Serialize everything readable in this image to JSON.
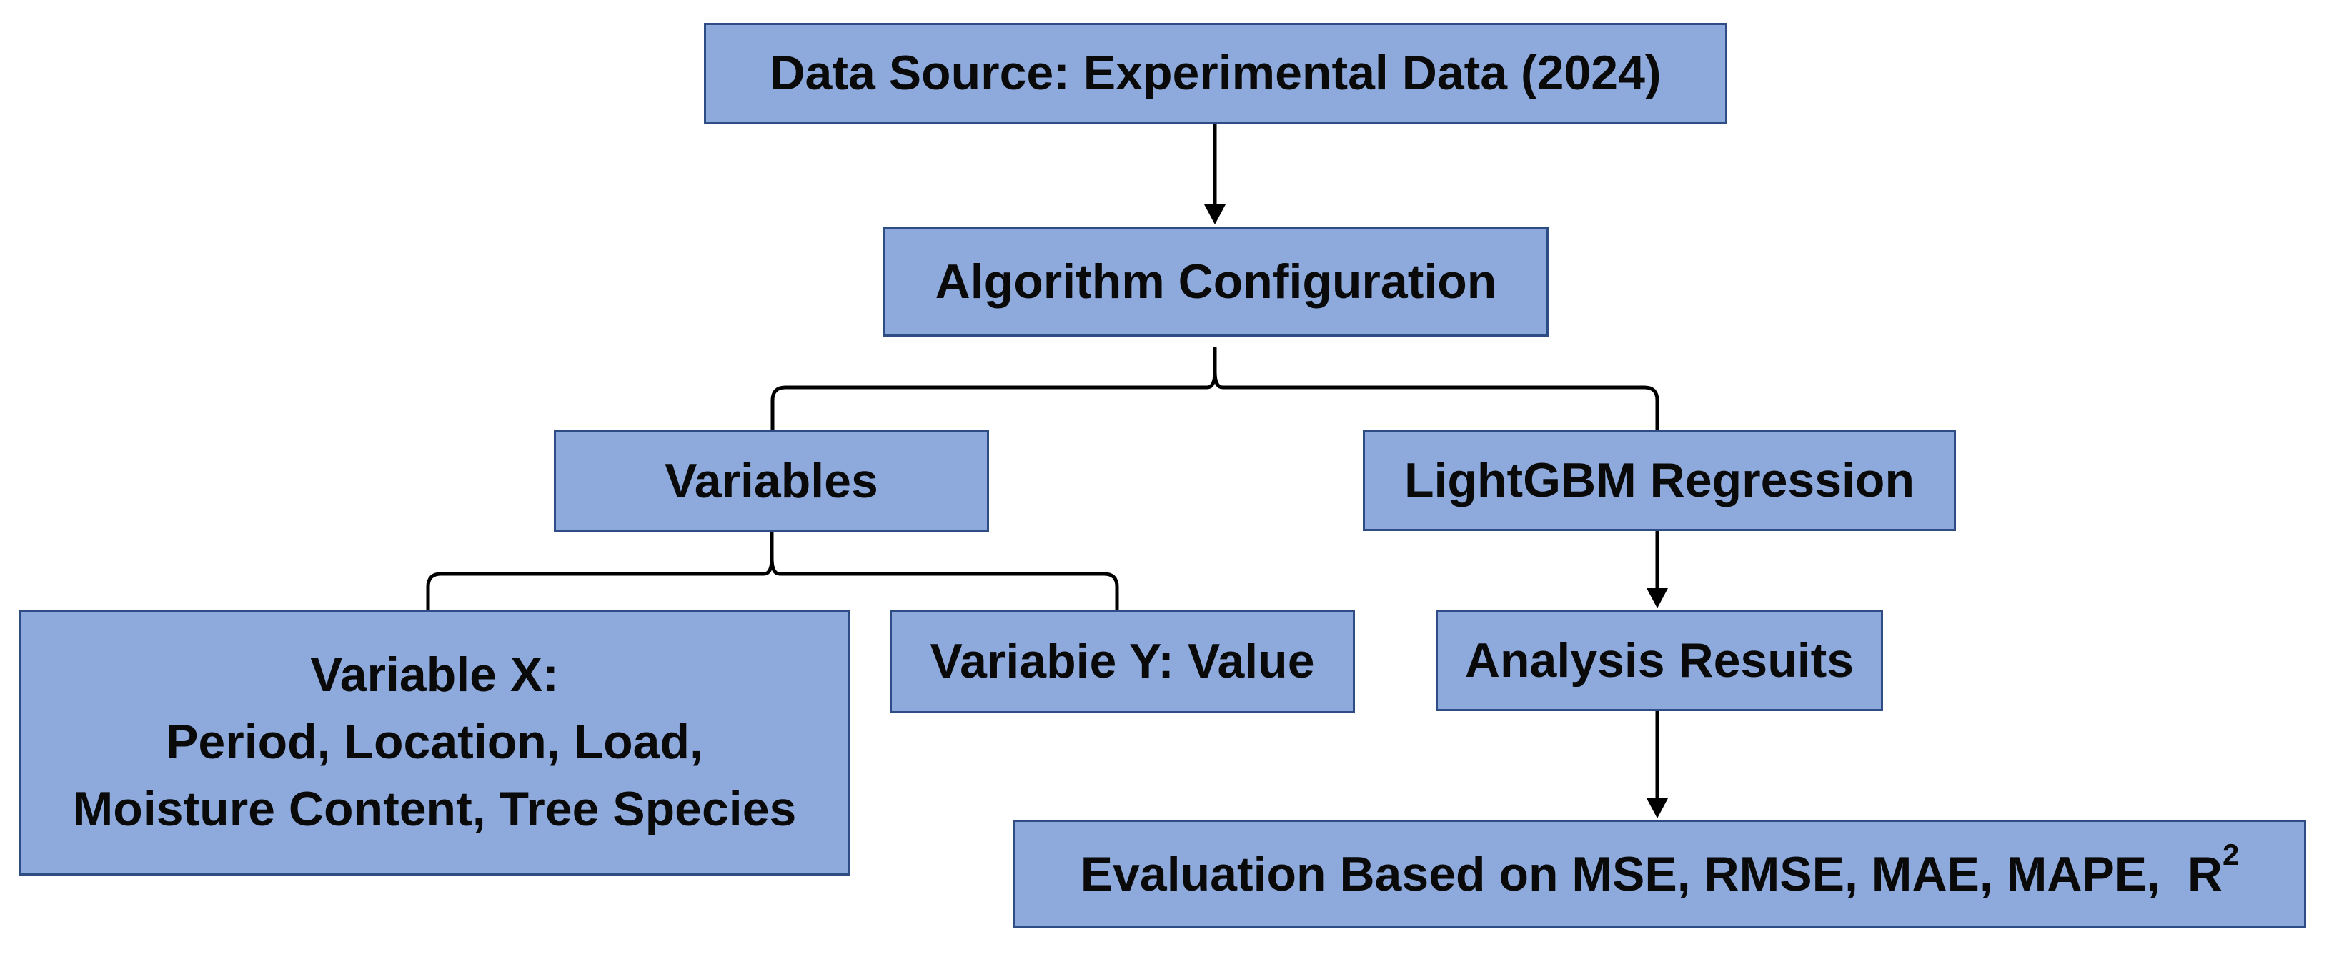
{
  "diagram": {
    "colors": {
      "box_fill": "#8eaadc",
      "box_border": "#2f4d85",
      "text": "#0a0a0a",
      "connector": "#000000"
    },
    "nodes": {
      "data_source": "Data Source: Experimental Data (2024)",
      "algorithm_configuration": "Algorithm Configuration",
      "variables": "Variables",
      "lightgbm_regression": "LightGBM Regression",
      "variable_x_title": "Variable X:",
      "variable_x_line1": "Period, Location, Load,",
      "variable_x_line2": "Moisture Content, Tree Species",
      "variable_y": "Variabie Y: Value",
      "analysis_results": "Analysis Resuits",
      "evaluation": "Evaluation Based on MSE, RMSE, MAE, MAPE,  R",
      "evaluation_superscript": "2"
    },
    "edges": [
      {
        "from": "data_source",
        "to": "algorithm_configuration",
        "type": "arrow"
      },
      {
        "from": "algorithm_configuration",
        "to": [
          "variables",
          "lightgbm_regression"
        ],
        "type": "brace"
      },
      {
        "from": "variables",
        "to": [
          "variable_x",
          "variable_y"
        ],
        "type": "brace"
      },
      {
        "from": "lightgbm_regression",
        "to": "analysis_results",
        "type": "arrow"
      },
      {
        "from": "analysis_results",
        "to": "evaluation",
        "type": "arrow"
      }
    ]
  }
}
